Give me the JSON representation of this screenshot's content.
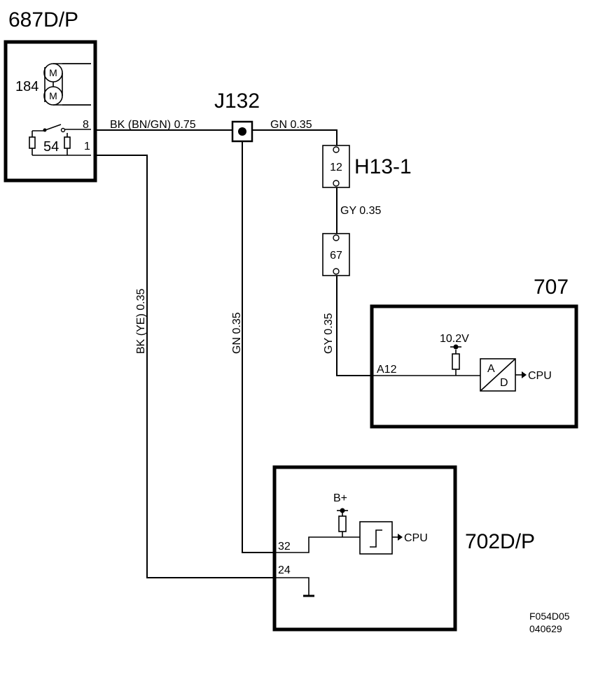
{
  "components": {
    "module_687": {
      "label": "687D/P",
      "motor_ref": "184",
      "motor_symbol": "M",
      "switch_ref": "54",
      "pin_8": "8",
      "pin_1": "1"
    },
    "junction": {
      "label": "J132"
    },
    "connector_h13": {
      "label": "H13-1",
      "pin": "12"
    },
    "connector_67": {
      "pin": "67"
    },
    "module_707": {
      "label": "707",
      "pin": "A12",
      "voltage": "10.2V",
      "adc_a": "A",
      "adc_d": "D",
      "output": "CPU"
    },
    "module_702": {
      "label": "702D/P",
      "supply": "B+",
      "pin_32": "32",
      "pin_24": "24",
      "output": "CPU"
    }
  },
  "wires": {
    "w1": "BK (BN/GN)  0.75",
    "w2": "GN  0.35",
    "w3": "GY  0.35",
    "w4": "GY  0.35",
    "w5": "BK  (YE)  0.35",
    "w6": "GN  0.35"
  },
  "footer": {
    "code": "F054D05",
    "date": "040629"
  }
}
